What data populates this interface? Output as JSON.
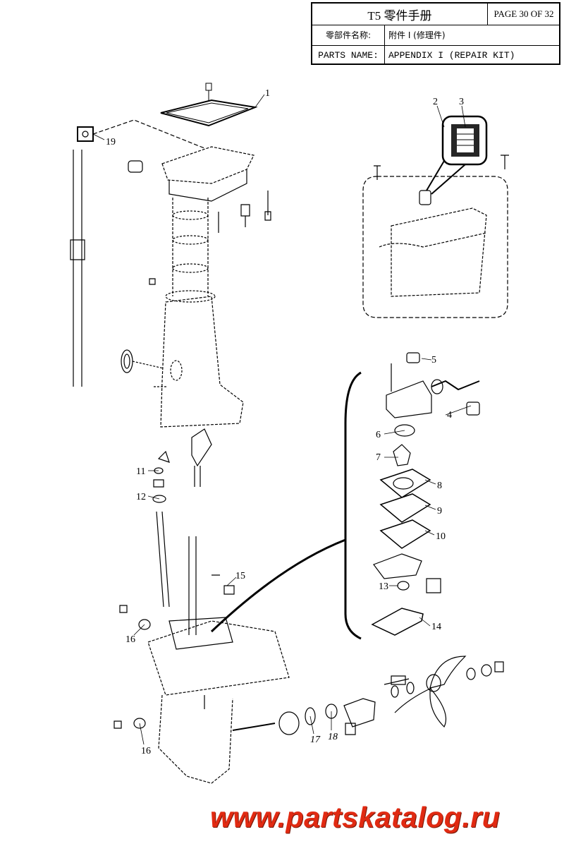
{
  "title_block": {
    "model": "T5 零件手册",
    "page": "PAGE 30 OF 32",
    "row2_label": "零部件名称:",
    "row2_value": "附件 I (修理件)",
    "row3_label": "PARTS NAME:",
    "row3_value": "APPENDIX  I (REPAIR KIT)"
  },
  "callouts": [
    "1",
    "2",
    "3",
    "4",
    "5",
    "6",
    "7",
    "8",
    "9",
    "10",
    "11",
    "12",
    "13",
    "14",
    "15",
    "16",
    "16",
    "17",
    "18",
    "19"
  ],
  "watermark": "www.partskatalog.ru"
}
